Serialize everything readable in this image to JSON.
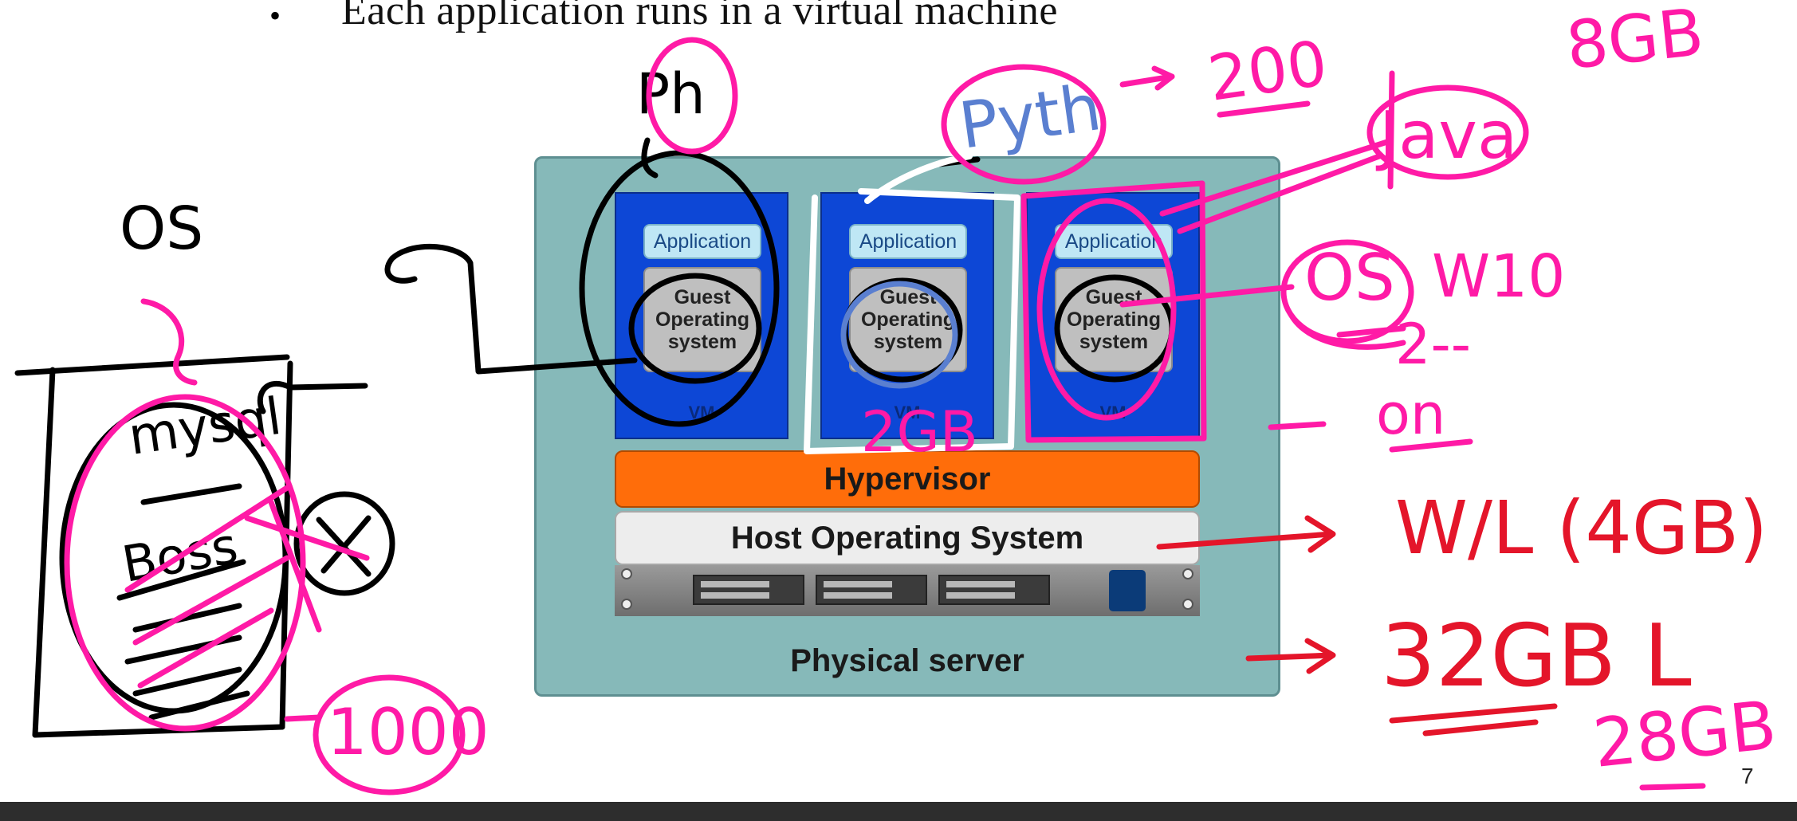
{
  "slide": {
    "bullet": "•",
    "bullet_text": "Each  application   runs  in a virtual  machine",
    "page_number": "7"
  },
  "diagram": {
    "vms": [
      {
        "application": "Application",
        "guest_os": "Guest\nOperating\nsystem",
        "label": "VM"
      },
      {
        "application": "Application",
        "guest_os": "Guest\nOperating\nsystem",
        "label": "VM"
      },
      {
        "application": "Application",
        "guest_os": "Guest\nOperating\nsystem",
        "label": "VM"
      }
    ],
    "hypervisor": "Hypervisor",
    "host_os": "Host Operating System",
    "physical_server": "Physical server"
  },
  "handwriting": {
    "os": "OS",
    "ph": "Ph",
    "python": "Pyth",
    "arrow_200": "200",
    "java": "Java",
    "eight_gb": "8GB",
    "os_box": "OS",
    "w10": "W10",
    "two": "2--",
    "on": "on",
    "two_gb": "2GB",
    "wl_4gb": "W/L (4GB)",
    "thirty_two_gb": "32GB L",
    "twenty_eight": "28GB",
    "thousand": "1000",
    "mysql": "mysql",
    "boss": "Boss",
    "palette": {
      "black": "#000000",
      "magenta": "#ff1aa6",
      "red": "#e4152a",
      "blue": "#5a7fd0",
      "white": "#ffffff"
    }
  },
  "colors": {
    "server_bg": "#86b9b9",
    "vm_bg": "#0d47d6",
    "app_bg": "#bfe7f5",
    "guest_bg": "#bfbfbf",
    "hypervisor_bg": "#ff6d0a",
    "host_os_bg": "#ededed"
  }
}
